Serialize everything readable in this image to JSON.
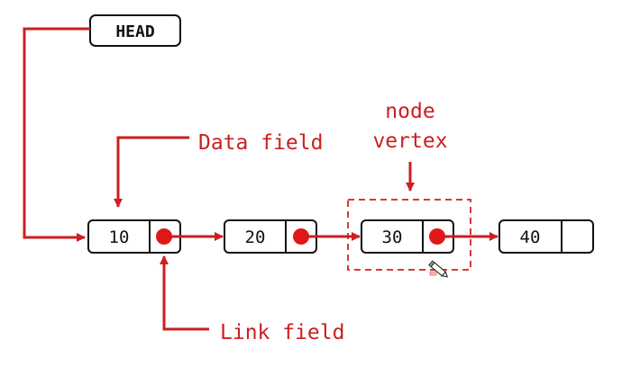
{
  "head": {
    "label": "HEAD"
  },
  "nodes": [
    {
      "value": "10",
      "has_link": true
    },
    {
      "value": "20",
      "has_link": true
    },
    {
      "value": "30",
      "has_link": true
    },
    {
      "value": "40",
      "has_link": false
    }
  ],
  "annotations": {
    "data_field": "Data field",
    "link_field": "Link field",
    "node_line1": "node",
    "node_line2": "vertex"
  },
  "colors": {
    "arrow": "#cc1f1f",
    "pointer_dot": "#e01818",
    "annotation_text": "#cc1f1f",
    "box_stroke": "#111111",
    "highlight_box": "#d63a3a"
  },
  "icons": {
    "cursor": "pencil-cursor-icon"
  }
}
